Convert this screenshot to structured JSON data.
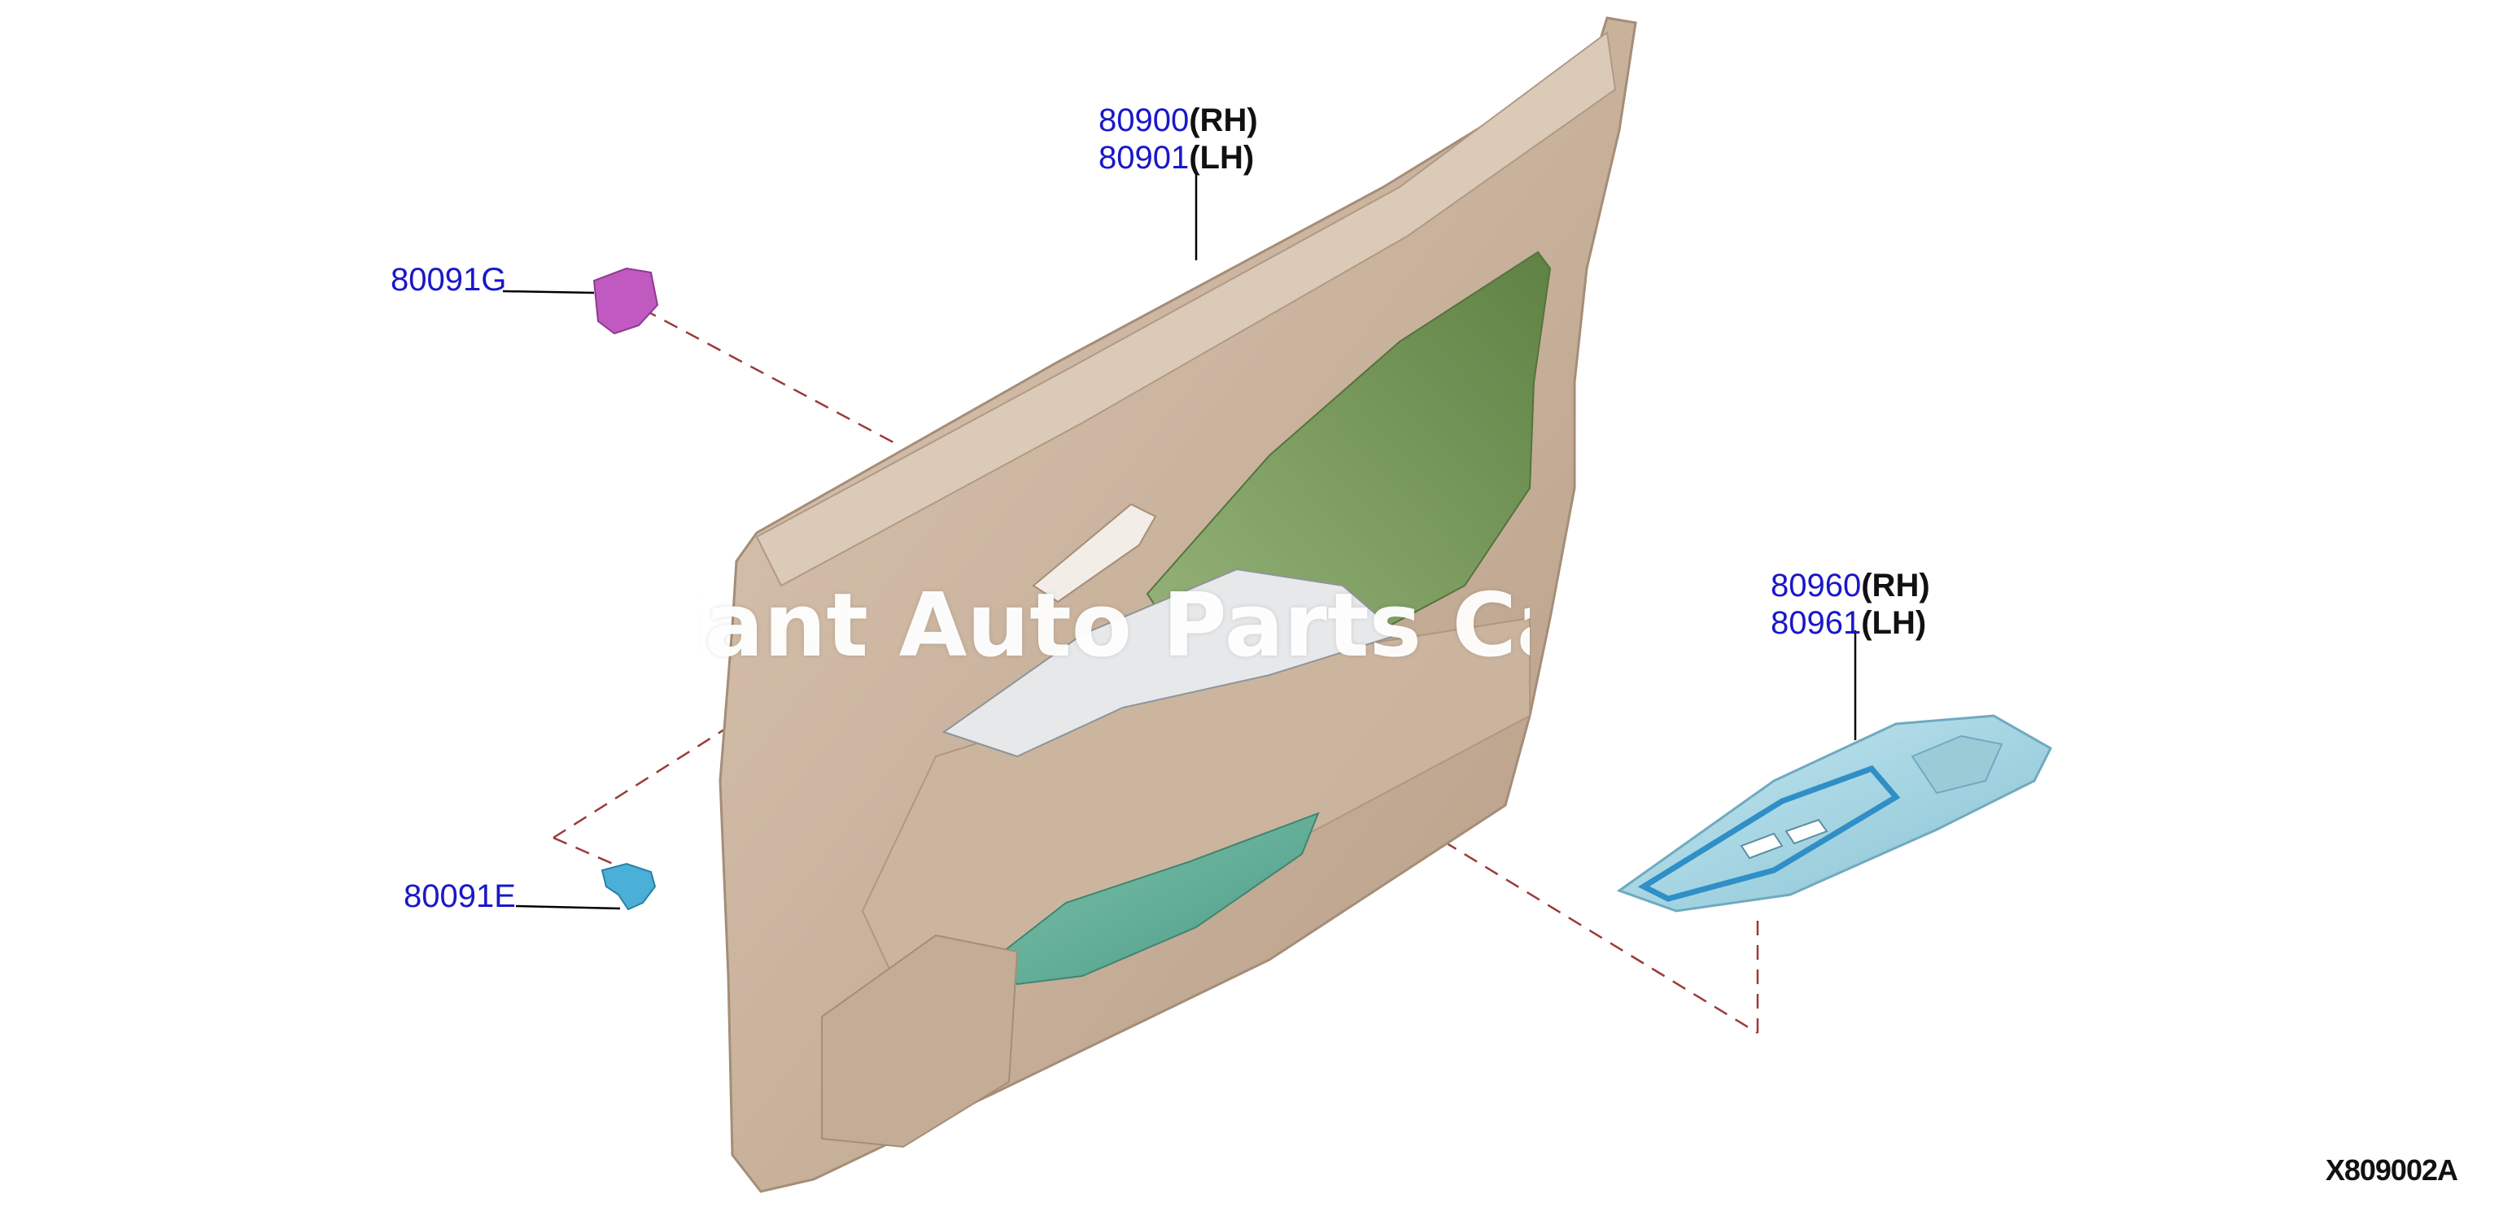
{
  "callouts": {
    "panel_rh": {
      "part": "80900",
      "side": "(RH)"
    },
    "panel_lh": {
      "part": "80901",
      "side": "(LH)"
    },
    "clip_g": {
      "part": "80091G"
    },
    "clip_e": {
      "part": "80091E"
    },
    "finisher_rh": {
      "part": "80960",
      "side": "(RH)"
    },
    "finisher_lh": {
      "part": "80961",
      "side": "(LH)"
    }
  },
  "watermark": "Giant Auto Parts Catalog",
  "reference_code": "X809002A",
  "colors": {
    "panel": "#c9b29c",
    "insert": "#7a9a5e",
    "pocket": "#5fae9a",
    "clip_g": "#c05ac0",
    "clip_e": "#4ab0d8",
    "finisher": "#a9d8e6",
    "label": "#1a17c9",
    "leader_dash": "#9b3a3a"
  }
}
